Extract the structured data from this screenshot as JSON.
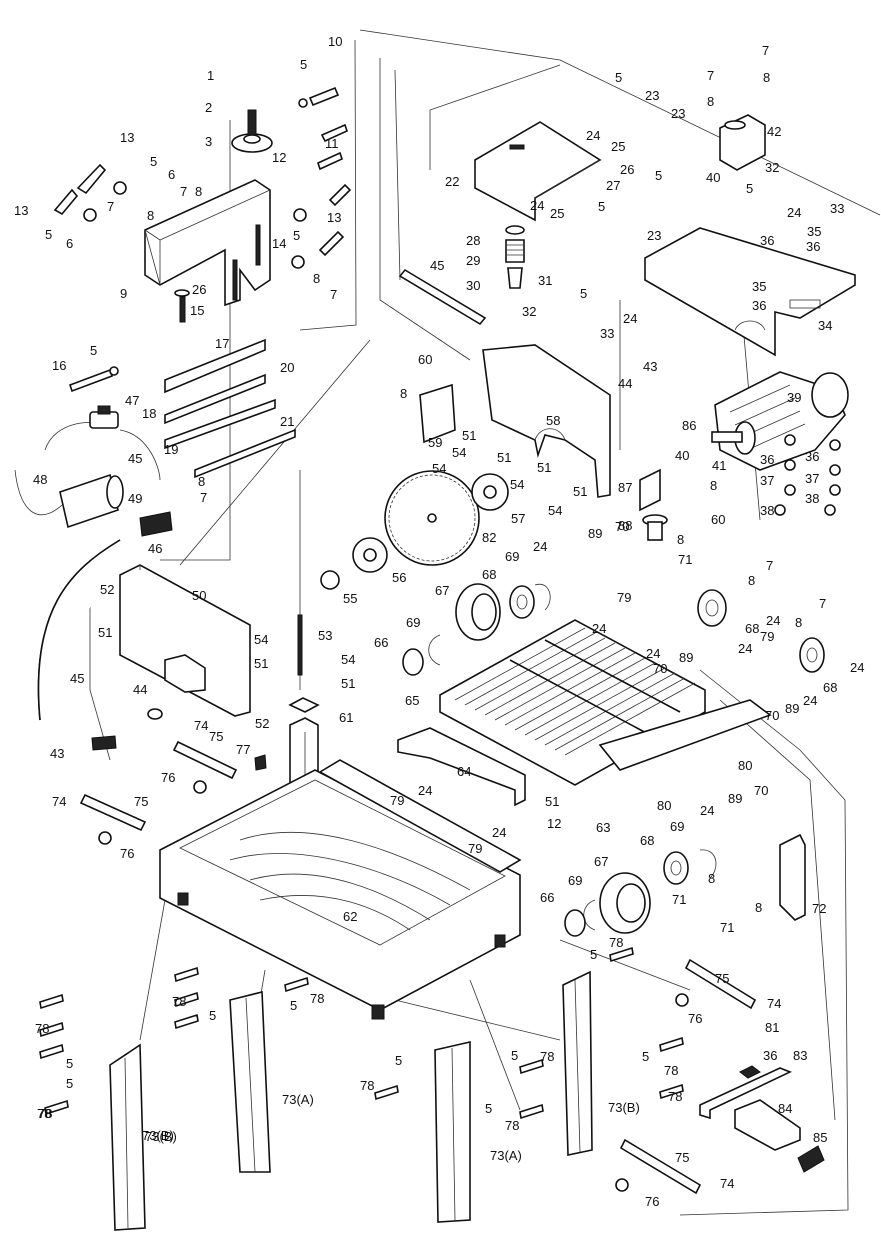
{
  "diagram": {
    "type": "exploded parts diagram",
    "labels": [
      {
        "id": "p1",
        "text": "1"
      },
      {
        "id": "p2",
        "text": "2"
      },
      {
        "id": "p3",
        "text": "3"
      },
      {
        "id": "p5a",
        "text": "5"
      },
      {
        "id": "p10",
        "text": "10"
      },
      {
        "id": "p13a",
        "text": "13"
      },
      {
        "id": "p5b",
        "text": "5"
      },
      {
        "id": "p6a",
        "text": "6"
      },
      {
        "id": "p7a",
        "text": "7"
      },
      {
        "id": "p8a",
        "text": "8"
      },
      {
        "id": "p12",
        "text": "12"
      },
      {
        "id": "p11",
        "text": "11"
      },
      {
        "id": "p13b",
        "text": "13"
      },
      {
        "id": "p5c",
        "text": "5"
      },
      {
        "id": "p6b",
        "text": "6"
      },
      {
        "id": "p7b",
        "text": "7"
      },
      {
        "id": "p8b",
        "text": "8"
      },
      {
        "id": "p13c",
        "text": "13"
      },
      {
        "id": "p5d",
        "text": "5"
      },
      {
        "id": "p14",
        "text": "14"
      },
      {
        "id": "p9",
        "text": "9"
      },
      {
        "id": "p26a",
        "text": "26"
      },
      {
        "id": "p15",
        "text": "15"
      },
      {
        "id": "p8c",
        "text": "8"
      },
      {
        "id": "p7c",
        "text": "7"
      },
      {
        "id": "p16",
        "text": "16"
      },
      {
        "id": "p5e",
        "text": "5"
      },
      {
        "id": "p17",
        "text": "17"
      },
      {
        "id": "p18",
        "text": "18"
      },
      {
        "id": "p20",
        "text": "20"
      },
      {
        "id": "p21",
        "text": "21"
      },
      {
        "id": "p19",
        "text": "19"
      },
      {
        "id": "p45a",
        "text": "45"
      },
      {
        "id": "p47",
        "text": "47"
      },
      {
        "id": "p48",
        "text": "48"
      },
      {
        "id": "p49",
        "text": "49"
      },
      {
        "id": "p8d",
        "text": "8"
      },
      {
        "id": "p7d",
        "text": "7"
      },
      {
        "id": "p46",
        "text": "46"
      },
      {
        "id": "p7e",
        "text": "7"
      },
      {
        "id": "p7f",
        "text": "7"
      },
      {
        "id": "p8e",
        "text": "8"
      },
      {
        "id": "p8f",
        "text": "8"
      },
      {
        "id": "p5f",
        "text": "5"
      },
      {
        "id": "p23a",
        "text": "23"
      },
      {
        "id": "p23b",
        "text": "23"
      },
      {
        "id": "p42",
        "text": "42"
      },
      {
        "id": "p24a",
        "text": "24"
      },
      {
        "id": "p25a",
        "text": "25"
      },
      {
        "id": "p26b",
        "text": "26"
      },
      {
        "id": "p27",
        "text": "27"
      },
      {
        "id": "p22",
        "text": "22"
      },
      {
        "id": "p5g",
        "text": "5"
      },
      {
        "id": "p40a",
        "text": "40"
      },
      {
        "id": "p32a",
        "text": "32"
      },
      {
        "id": "p24b",
        "text": "24"
      },
      {
        "id": "p25b",
        "text": "25"
      },
      {
        "id": "p5h",
        "text": "5"
      },
      {
        "id": "p23c",
        "text": "23"
      },
      {
        "id": "p5i",
        "text": "5"
      },
      {
        "id": "p24c",
        "text": "24"
      },
      {
        "id": "p33a",
        "text": "33"
      },
      {
        "id": "p28",
        "text": "28"
      },
      {
        "id": "p29",
        "text": "29"
      },
      {
        "id": "p30",
        "text": "30"
      },
      {
        "id": "p31",
        "text": "31"
      },
      {
        "id": "p35a",
        "text": "35"
      },
      {
        "id": "p36a",
        "text": "36"
      },
      {
        "id": "p36b",
        "text": "36"
      },
      {
        "id": "p45b",
        "text": "45"
      },
      {
        "id": "p35b",
        "text": "35"
      },
      {
        "id": "p36c",
        "text": "36"
      },
      {
        "id": "p34",
        "text": "34"
      },
      {
        "id": "p32b",
        "text": "32"
      },
      {
        "id": "p5j",
        "text": "5"
      },
      {
        "id": "p24d",
        "text": "24"
      },
      {
        "id": "p33b",
        "text": "33"
      },
      {
        "id": "p60a",
        "text": "60"
      },
      {
        "id": "p8g",
        "text": "8"
      },
      {
        "id": "p43a",
        "text": "43"
      },
      {
        "id": "p44a",
        "text": "44"
      },
      {
        "id": "p39",
        "text": "39"
      },
      {
        "id": "p58",
        "text": "58"
      },
      {
        "id": "p59",
        "text": "59"
      },
      {
        "id": "p51a",
        "text": "51"
      },
      {
        "id": "p54a",
        "text": "54"
      },
      {
        "id": "p54b",
        "text": "54"
      },
      {
        "id": "p51b",
        "text": "51"
      },
      {
        "id": "p51c",
        "text": "51"
      },
      {
        "id": "p86",
        "text": "86"
      },
      {
        "id": "p40b",
        "text": "40"
      },
      {
        "id": "p41",
        "text": "41"
      },
      {
        "id": "p36d",
        "text": "36"
      },
      {
        "id": "p36e",
        "text": "36"
      },
      {
        "id": "p37a",
        "text": "37"
      },
      {
        "id": "p37b",
        "text": "37"
      },
      {
        "id": "p38a",
        "text": "38"
      },
      {
        "id": "p38b",
        "text": "38"
      },
      {
        "id": "p54c",
        "text": "54"
      },
      {
        "id": "p51d",
        "text": "51"
      },
      {
        "id": "p54d",
        "text": "54"
      },
      {
        "id": "p87",
        "text": "87"
      },
      {
        "id": "p8h",
        "text": "8"
      },
      {
        "id": "p60b",
        "text": "60"
      },
      {
        "id": "p57",
        "text": "57"
      },
      {
        "id": "p82",
        "text": "82"
      },
      {
        "id": "p88",
        "text": "88"
      },
      {
        "id": "p70a",
        "text": "70"
      },
      {
        "id": "p8i",
        "text": "8"
      },
      {
        "id": "p71a",
        "text": "71"
      },
      {
        "id": "p89a",
        "text": "89"
      },
      {
        "id": "p24e",
        "text": "24"
      },
      {
        "id": "p69a",
        "text": "69"
      },
      {
        "id": "p68a",
        "text": "68"
      },
      {
        "id": "p56",
        "text": "56"
      },
      {
        "id": "p55",
        "text": "55"
      },
      {
        "id": "p67a",
        "text": "67"
      },
      {
        "id": "p7g",
        "text": "7"
      },
      {
        "id": "p8j",
        "text": "8"
      },
      {
        "id": "p7h",
        "text": "7"
      },
      {
        "id": "p79a",
        "text": "79"
      },
      {
        "id": "p24f",
        "text": "24"
      },
      {
        "id": "p24g",
        "text": "24"
      },
      {
        "id": "p68b",
        "text": "68"
      },
      {
        "id": "p8k",
        "text": "8"
      },
      {
        "id": "p69b",
        "text": "69"
      },
      {
        "id": "p66a",
        "text": "66"
      },
      {
        "id": "p24h",
        "text": "24"
      },
      {
        "id": "p70b",
        "text": "70"
      },
      {
        "id": "p89b",
        "text": "89"
      },
      {
        "id": "p79b",
        "text": "79"
      },
      {
        "id": "p24i",
        "text": "24"
      },
      {
        "id": "p24j",
        "text": "24"
      },
      {
        "id": "p68c",
        "text": "68"
      },
      {
        "id": "p70c",
        "text": "70"
      },
      {
        "id": "p89c",
        "text": "89"
      },
      {
        "id": "p24k",
        "text": "24"
      },
      {
        "id": "p50",
        "text": "50"
      },
      {
        "id": "p52a",
        "text": "52"
      },
      {
        "id": "p51e",
        "text": "51"
      },
      {
        "id": "p54e",
        "text": "54"
      },
      {
        "id": "p53",
        "text": "53"
      },
      {
        "id": "p51f",
        "text": "51"
      },
      {
        "id": "p54f",
        "text": "54"
      },
      {
        "id": "p51g",
        "text": "51"
      },
      {
        "id": "p52b",
        "text": "52"
      },
      {
        "id": "p61",
        "text": "61"
      },
      {
        "id": "p65",
        "text": "65"
      },
      {
        "id": "p45c",
        "text": "45"
      },
      {
        "id": "p44b",
        "text": "44"
      },
      {
        "id": "p74a",
        "text": "74"
      },
      {
        "id": "p75a",
        "text": "75"
      },
      {
        "id": "p77",
        "text": "77"
      },
      {
        "id": "p43b",
        "text": "43"
      },
      {
        "id": "p76a",
        "text": "76"
      },
      {
        "id": "p64",
        "text": "64"
      },
      {
        "id": "p80a",
        "text": "80"
      },
      {
        "id": "p79c",
        "text": "79"
      },
      {
        "id": "p24l",
        "text": "24"
      },
      {
        "id": "p51h",
        "text": "51"
      },
      {
        "id": "p12b",
        "text": "12"
      },
      {
        "id": "p63",
        "text": "63"
      },
      {
        "id": "p80b",
        "text": "80"
      },
      {
        "id": "p24m",
        "text": "24"
      },
      {
        "id": "p89d",
        "text": "89"
      },
      {
        "id": "p70d",
        "text": "70"
      },
      {
        "id": "p74b",
        "text": "74"
      },
      {
        "id": "p75b",
        "text": "75"
      },
      {
        "id": "p76b",
        "text": "76"
      },
      {
        "id": "p79d",
        "text": "79"
      },
      {
        "id": "p24n",
        "text": "24"
      },
      {
        "id": "p68d",
        "text": "68"
      },
      {
        "id": "p69c",
        "text": "69"
      },
      {
        "id": "p67b",
        "text": "67"
      },
      {
        "id": "p69d",
        "text": "69"
      },
      {
        "id": "p66b",
        "text": "66"
      },
      {
        "id": "p71b",
        "text": "71"
      },
      {
        "id": "p8l",
        "text": "8"
      },
      {
        "id": "p71c",
        "text": "71"
      },
      {
        "id": "p8m",
        "text": "8"
      },
      {
        "id": "p72",
        "text": "72"
      },
      {
        "id": "p62",
        "text": "62"
      },
      {
        "id": "p5k",
        "text": "5"
      },
      {
        "id": "p78a",
        "text": "78"
      },
      {
        "id": "p78b",
        "text": "78"
      },
      {
        "id": "p78c",
        "text": "78"
      },
      {
        "id": "p5l",
        "text": "5"
      },
      {
        "id": "p5m",
        "text": "5"
      },
      {
        "id": "p78d",
        "text": "78"
      },
      {
        "id": "p75c",
        "text": "75"
      },
      {
        "id": "p74c",
        "text": "74"
      },
      {
        "id": "p76c",
        "text": "76"
      },
      {
        "id": "p81",
        "text": "81"
      },
      {
        "id": "p78e",
        "text": "78"
      },
      {
        "id": "p5n",
        "text": "5"
      },
      {
        "id": "p78f",
        "text": "78"
      },
      {
        "id": "p36f",
        "text": "36"
      },
      {
        "id": "p83",
        "text": "83"
      },
      {
        "id": "p5o",
        "text": "5"
      },
      {
        "id": "p78g",
        "text": "78"
      },
      {
        "id": "p5p",
        "text": "5"
      },
      {
        "id": "p78h",
        "text": "78"
      },
      {
        "id": "p73b1",
        "text": "73(B)"
      },
      {
        "id": "p78i",
        "text": "78"
      },
      {
        "id": "p5q",
        "text": "5"
      },
      {
        "id": "p73a1",
        "text": "73(A)"
      },
      {
        "id": "p5r",
        "text": "5"
      },
      {
        "id": "p78j",
        "text": "78"
      },
      {
        "id": "p5s",
        "text": "5"
      },
      {
        "id": "p78k",
        "text": "78"
      },
      {
        "id": "p73b2",
        "text": "73(B)"
      },
      {
        "id": "p84",
        "text": "84"
      },
      {
        "id": "p85",
        "text": "85"
      },
      {
        "id": "p73b3",
        "text": "73(B)"
      },
      {
        "id": "p73a2",
        "text": "73(A)"
      },
      {
        "id": "p75d",
        "text": "75"
      },
      {
        "id": "p76d",
        "text": "76"
      },
      {
        "id": "p74d",
        "text": "74"
      }
    ]
  }
}
